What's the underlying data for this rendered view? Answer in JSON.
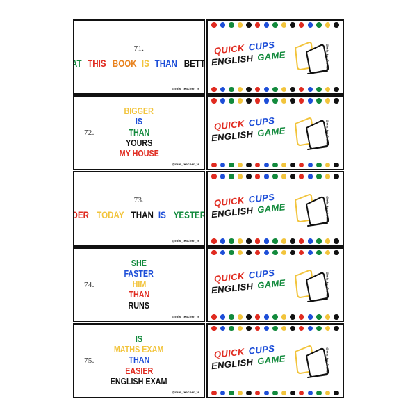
{
  "page": {
    "title": "Quick Cups English Game — Comparatives Cards 71-75",
    "background_color": "#ffffff"
  },
  "palette": {
    "red": "#e02b20",
    "blue": "#1d4ed8",
    "green": "#128a3c",
    "yellow": "#f2c43c",
    "black": "#111111",
    "orange": "#e8821e",
    "card_border": "#111111"
  },
  "watermark": {
    "text": "@mis_teacher_te"
  },
  "back_card": {
    "logo": {
      "line1": [
        {
          "text": "QUICK",
          "color": "#e02b20"
        },
        {
          "text": "CUPS",
          "color": "#1d4ed8"
        }
      ],
      "line2": [
        {
          "text": "ENGLISH",
          "color": "#111111"
        },
        {
          "text": "GAME",
          "color": "#128a3c"
        }
      ]
    },
    "dot_sequence": [
      "#e02b20",
      "#1d4ed8",
      "#128a3c",
      "#f2c43c",
      "#111111"
    ],
    "dot_count": 15,
    "art": {
      "name": "two-tilted-cups",
      "back_cup_color": "#f2c43c",
      "front_cup_color": "#111111"
    },
    "watermark": "@mis_teacher_te"
  },
  "cards": [
    {
      "number": "71.",
      "layout": "stacked-top",
      "words": [
        {
          "text": "THAT",
          "color": "#128a3c"
        },
        {
          "text": "THIS",
          "color": "#e02b20"
        },
        {
          "text": "BOOK",
          "color": "#e8821e"
        },
        {
          "text": "IS",
          "color": "#f2c43c"
        },
        {
          "text": "THAN",
          "color": "#1d4ed8"
        },
        {
          "text": "BETTER",
          "color": "#111111"
        }
      ]
    },
    {
      "number": "72.",
      "layout": "side",
      "words": [
        {
          "text": "BIGGER",
          "color": "#f2c43c"
        },
        {
          "text": "IS",
          "color": "#1d4ed8"
        },
        {
          "text": "THAN",
          "color": "#128a3c"
        },
        {
          "text": "YOURS",
          "color": "#111111"
        },
        {
          "text": "MY HOUSE",
          "color": "#e02b20"
        }
      ]
    },
    {
      "number": "73.",
      "layout": "stacked-top",
      "words": [
        {
          "text": "COLDER",
          "color": "#e02b20"
        },
        {
          "text": "TODAY",
          "color": "#f2c43c"
        },
        {
          "text": "THAN",
          "color": "#111111"
        },
        {
          "text": "IS",
          "color": "#1d4ed8"
        },
        {
          "text": "YESTERDAY",
          "color": "#128a3c"
        }
      ]
    },
    {
      "number": "74.",
      "layout": "side",
      "words": [
        {
          "text": "SHE",
          "color": "#128a3c"
        },
        {
          "text": "FASTER",
          "color": "#1d4ed8"
        },
        {
          "text": "HIM",
          "color": "#f2c43c"
        },
        {
          "text": "THAN",
          "color": "#e02b20"
        },
        {
          "text": "RUNS",
          "color": "#111111"
        }
      ]
    },
    {
      "number": "75.",
      "layout": "side",
      "words": [
        {
          "text": "IS",
          "color": "#128a3c"
        },
        {
          "text": "MATHS EXAM",
          "color": "#f2c43c"
        },
        {
          "text": "THAN",
          "color": "#1d4ed8"
        },
        {
          "text": "EASIER",
          "color": "#e02b20"
        },
        {
          "text": "ENGLISH EXAM",
          "color": "#111111"
        }
      ]
    }
  ]
}
